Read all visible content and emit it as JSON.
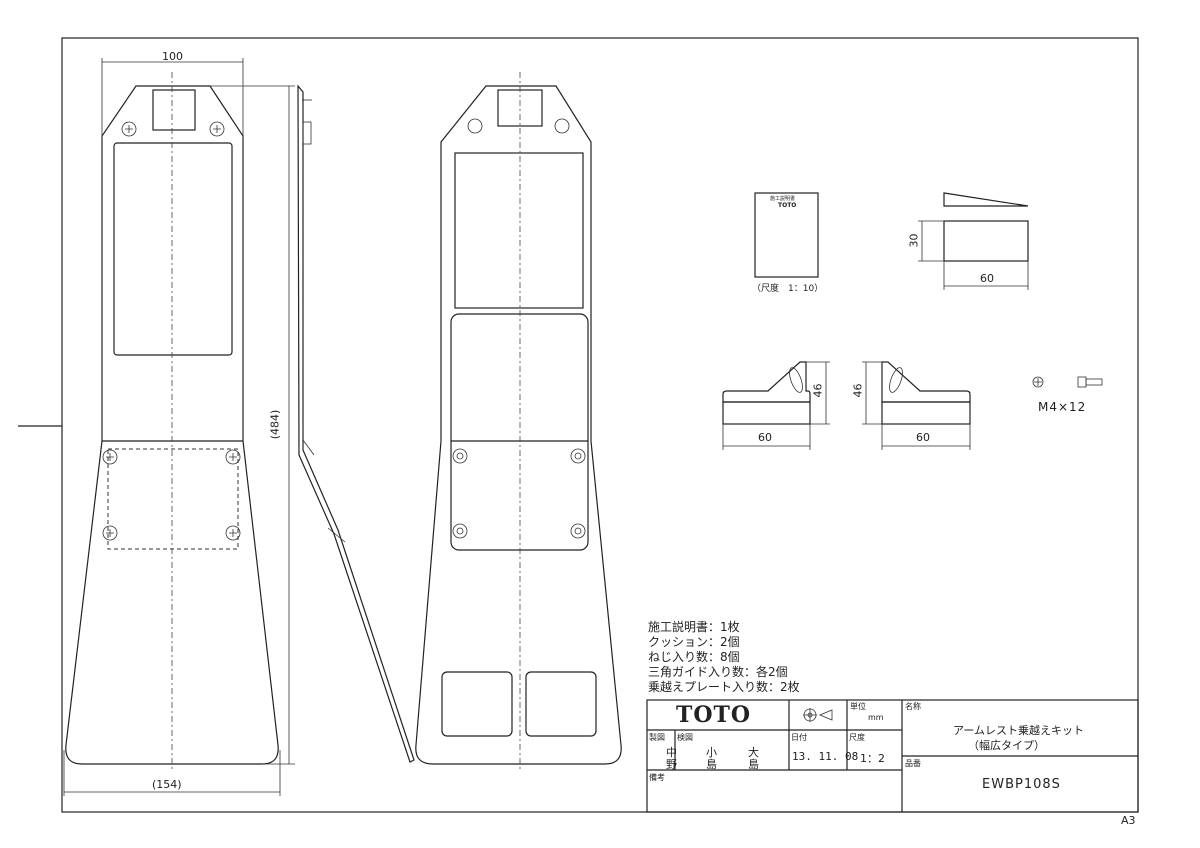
{
  "dimensions": {
    "top_width": "100",
    "bottom_width": "(154)",
    "height": "(484)",
    "wedge_height": "30",
    "wedge_width": "60",
    "guide_height_left": "46",
    "guide_width_left": "60",
    "guide_height_right": "46",
    "guide_width_right": "60"
  },
  "instruction_sheet": {
    "title": "施工説明書",
    "brand": "TOTO",
    "scale": "（尺度　1：10）"
  },
  "screw": {
    "label": "M4×12"
  },
  "parts_list": [
    "施工説明書：1枚",
    "クッション：2個",
    "ねじ入り数：8個",
    "三角ガイド入り数：各2個",
    "乗越えプレート入り数：2枚"
  ],
  "title_block": {
    "brand": "TOTO",
    "unit_label": "単位",
    "unit_value": "mm",
    "name_label": "名称",
    "name_line1": "アームレスト乗越えキット",
    "name_line2": "（幅広タイプ）",
    "drawn_label": "製図",
    "drawn_name1": "中",
    "drawn_name2": "野",
    "checked_label": "検図",
    "checked_name1": "小",
    "checked_name2": "島",
    "checked_name3": "大",
    "checked_name4": "島",
    "date_label": "日付",
    "date_value": "13. 11. 08",
    "scale_label": "尺度",
    "scale_value": "1：2",
    "part_no_label": "品番",
    "part_no_value": "EWBP108S",
    "remarks_label": "備考"
  },
  "sheet_size": "A3"
}
